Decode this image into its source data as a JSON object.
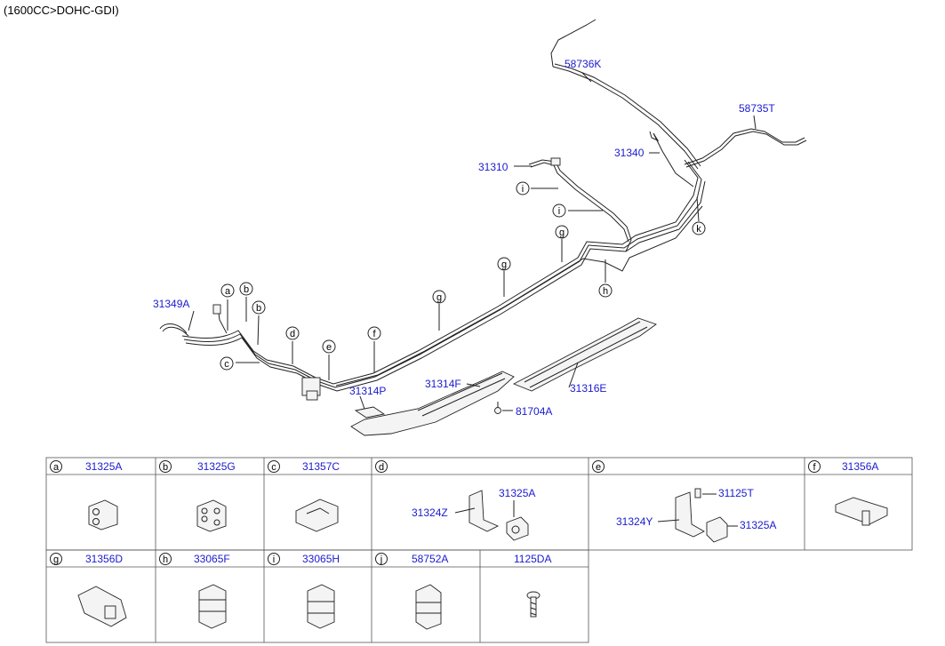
{
  "engine_note": "(1600CC>DOHC-GDI)",
  "diagram_labels": {
    "l_58736K": "58736K",
    "l_58735T": "58735T",
    "l_31340": "31340",
    "l_31310": "31310",
    "l_31349A": "31349A",
    "l_31314P": "31314P",
    "l_31314F": "31314F",
    "l_31316E": "31316E",
    "l_81704A": "81704A"
  },
  "callouts": {
    "a": "a",
    "b": "b",
    "c": "c",
    "d": "d",
    "e": "e",
    "f": "f",
    "g": "g",
    "h": "h",
    "i": "i",
    "j": "j",
    "k": "k"
  },
  "legend": {
    "row1": [
      {
        "letter": "a",
        "part": "31325A"
      },
      {
        "letter": "b",
        "part": "31325G"
      },
      {
        "letter": "c",
        "part": "31357C"
      },
      {
        "letter": "d",
        "part": "",
        "sub": [
          "31325A",
          "31324Z"
        ]
      },
      {
        "letter": "e",
        "part": "",
        "sub": [
          "31125T",
          "31324Y",
          "31325A"
        ]
      },
      {
        "letter": "f",
        "part": "31356A"
      }
    ],
    "row2": [
      {
        "letter": "g",
        "part": "31356D"
      },
      {
        "letter": "h",
        "part": "33065F"
      },
      {
        "letter": "i",
        "part": "33065H"
      },
      {
        "letter": "j",
        "part": "58752A"
      },
      {
        "letter": "",
        "part": "1125DA"
      }
    ]
  }
}
